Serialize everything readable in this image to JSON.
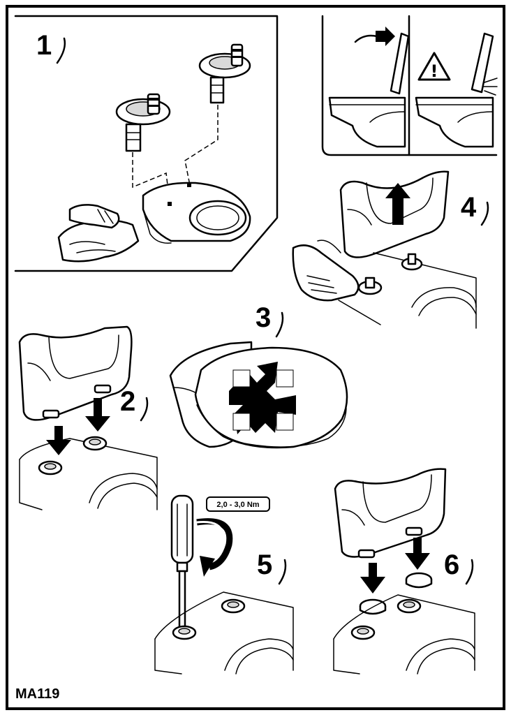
{
  "diagram": {
    "steps": [
      {
        "id": "1",
        "label": "1"
      },
      {
        "id": "2",
        "label": "2"
      },
      {
        "id": "3",
        "label": "3"
      },
      {
        "id": "4",
        "label": "4"
      },
      {
        "id": "5",
        "label": "5"
      },
      {
        "id": "6",
        "label": "6"
      }
    ],
    "torque_label": "2,0 - 3,0 Nm",
    "warning_symbol": "!",
    "document_code": "MA119",
    "icons": [
      "hand-cloth-icon",
      "hinge-bolt-icon",
      "warning-triangle-icon",
      "screwdriver-icon",
      "rotation-arrow-icon",
      "cover-cap-icon",
      "move-cross-icon"
    ],
    "colors": {
      "ink": "#000000",
      "paper": "#ffffff",
      "shade": "#d9d9d9"
    }
  }
}
